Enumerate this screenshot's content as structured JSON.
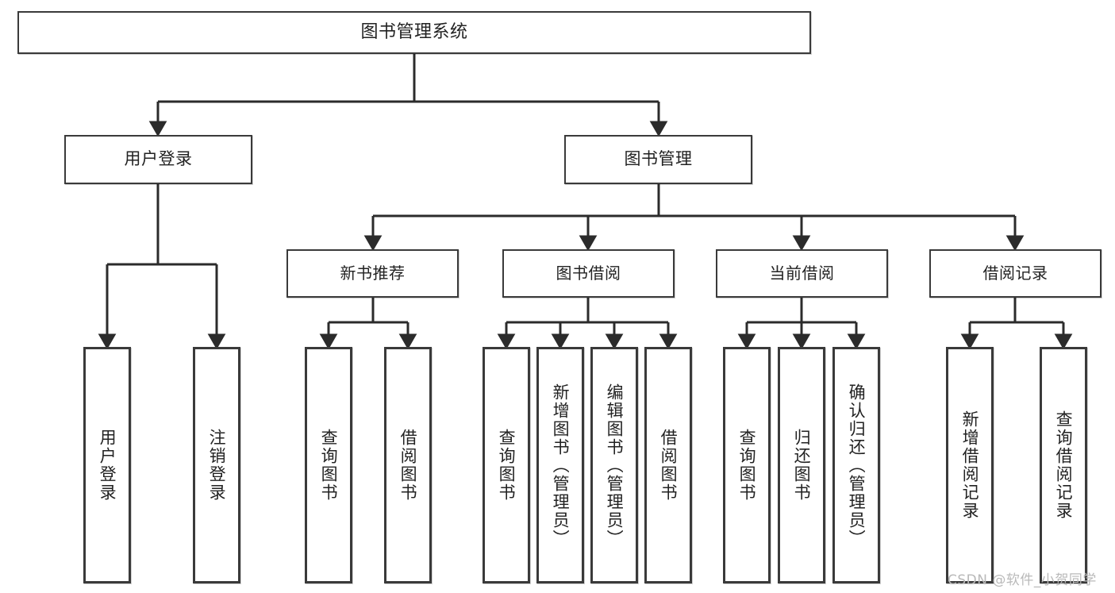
{
  "diagram": {
    "title": "图书管理系统",
    "type": "functional-structure-tree",
    "root": {
      "label": "图书管理系统"
    },
    "level1": [
      {
        "label": "用户登录"
      },
      {
        "label": "图书管理"
      }
    ],
    "level2": [
      {
        "label": "新书推荐"
      },
      {
        "label": "图书借阅"
      },
      {
        "label": "当前借阅"
      },
      {
        "label": "借阅记录"
      }
    ],
    "leaves": {
      "user_login": [
        {
          "label": "用户登录"
        },
        {
          "label": "注销登录"
        }
      ],
      "new_book": [
        {
          "label": "查询图书"
        },
        {
          "label": "借阅图书"
        }
      ],
      "book_borrow": [
        {
          "label": "查询图书"
        },
        {
          "label": "新增图书（管理员）"
        },
        {
          "label": "编辑图书（管理员）"
        },
        {
          "label": "借阅图书"
        }
      ],
      "current_borrow": [
        {
          "label": "查询图书"
        },
        {
          "label": "归还图书"
        },
        {
          "label": "确认归还（管理员）"
        }
      ],
      "borrow_record": [
        {
          "label": "新增借阅记录"
        },
        {
          "label": "查询借阅记录"
        }
      ]
    }
  },
  "watermark": {
    "text": "CSDN @软件_小贺同学"
  },
  "colors": {
    "background": "#ffffff",
    "box_border": "#3a3a3a",
    "edge": "#2b2b2b",
    "text": "#222222",
    "watermark": "#b9b9b9"
  }
}
